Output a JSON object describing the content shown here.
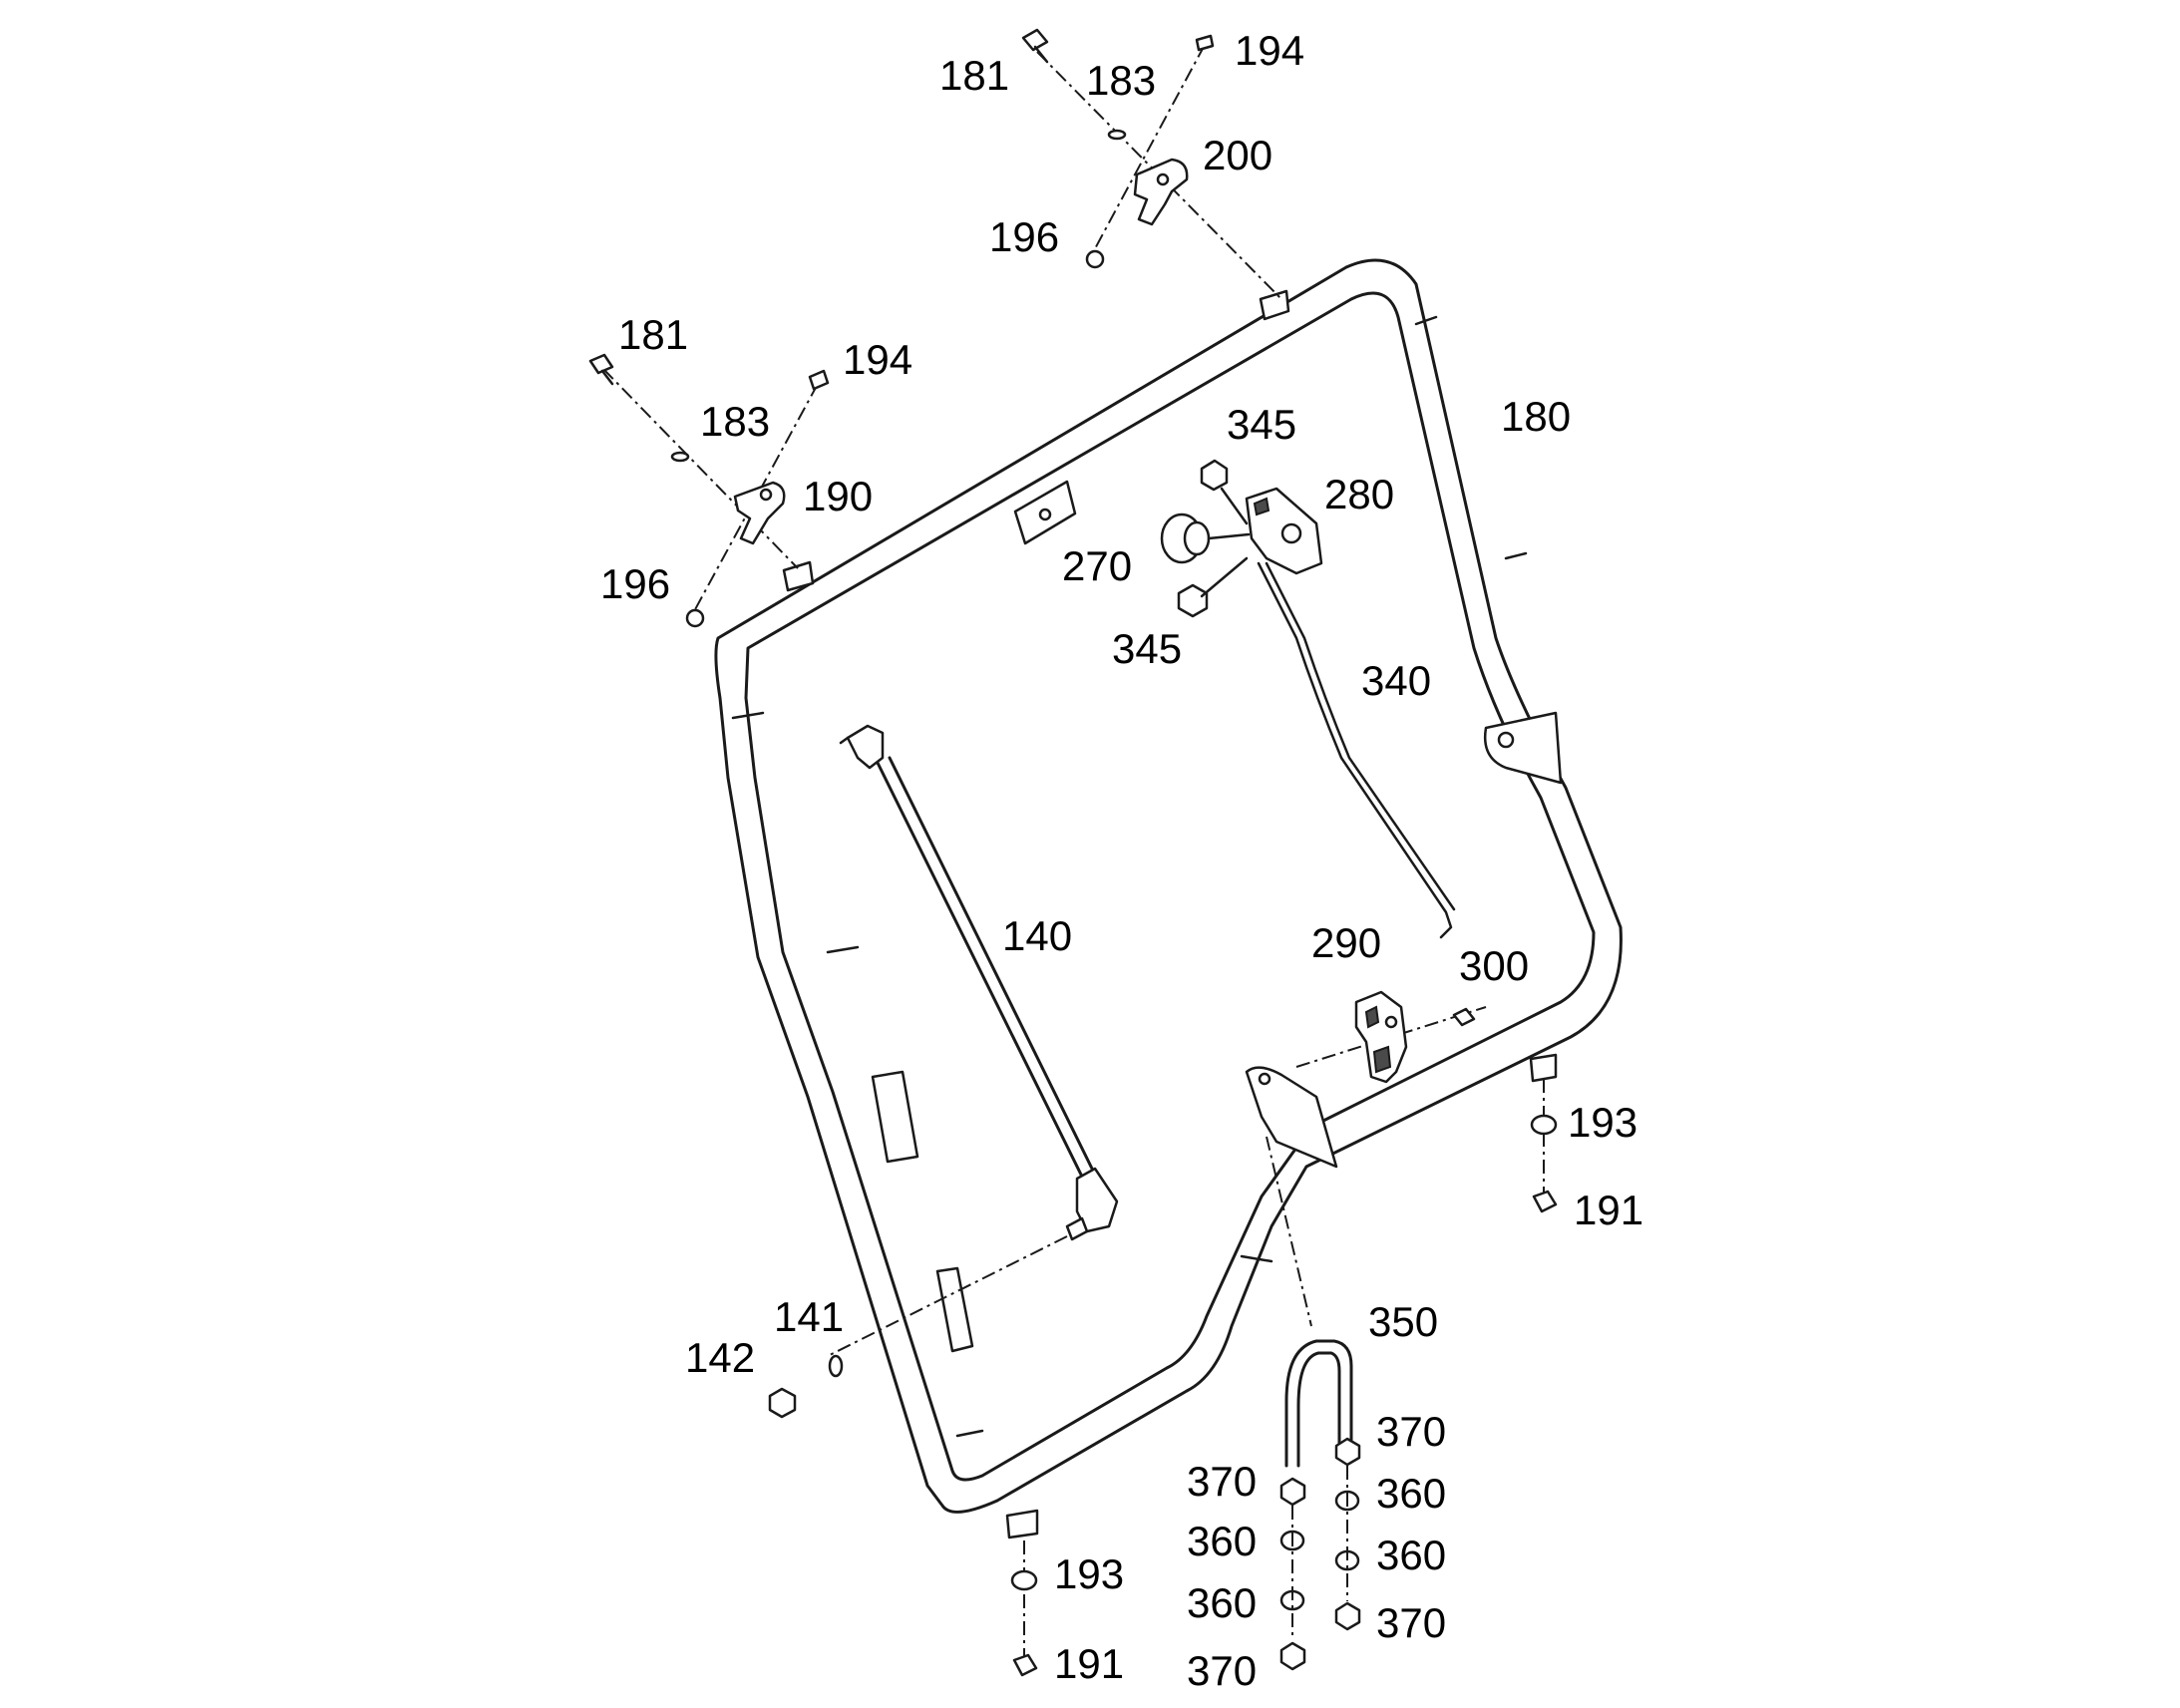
{
  "labels": {
    "l181a": "181",
    "l183a": "183",
    "l194a": "194",
    "l200": "200",
    "l196a": "196",
    "l181b": "181",
    "l194b": "194",
    "l183b": "183",
    "l190": "190",
    "l196b": "196",
    "l180": "180",
    "l345a": "345",
    "l280": "280",
    "l270": "270",
    "l345b": "345",
    "l340": "340",
    "l140": "140",
    "l290": "290",
    "l300": "300",
    "l193a": "193",
    "l191a": "191",
    "l141": "141",
    "l142": "142",
    "l350": "350",
    "l370a": "370",
    "l370b": "370",
    "l360a": "360",
    "l360b": "360",
    "l360c": "360",
    "l360d": "360",
    "l370c": "370",
    "l370d": "370",
    "l193b": "193",
    "l191b": "191"
  },
  "colors": {
    "ink": "#1a1a1a",
    "background": "#ffffff"
  }
}
